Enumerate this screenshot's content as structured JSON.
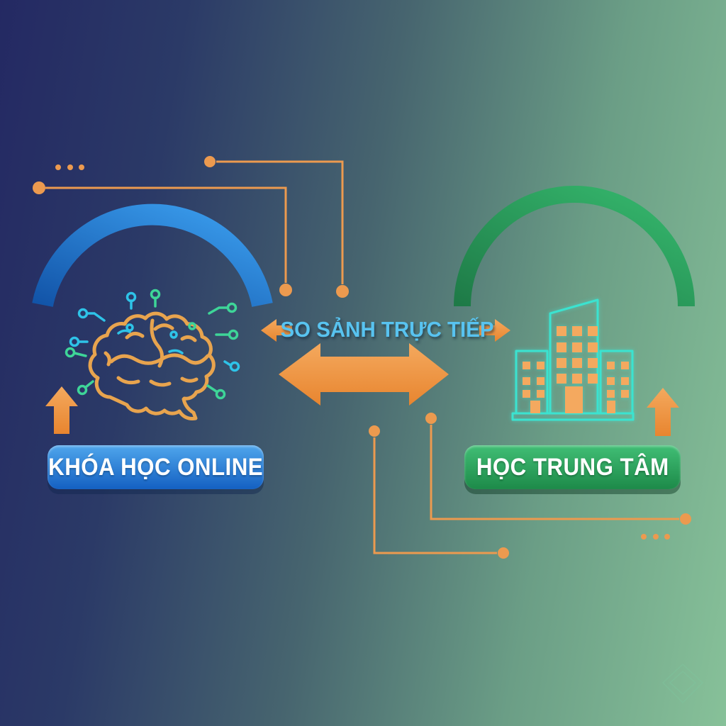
{
  "center": {
    "comparison_label": "SO SẢNH TRỰC TIẾP",
    "icon": "double-arrow-icon"
  },
  "left": {
    "badge_label": "KHÓA HỌC ONLINE",
    "icon": "brain-circuit-icon",
    "arc": "blue-arc",
    "arrow": "up-arrow-icon"
  },
  "right": {
    "badge_label": "HỌC TRUNG TÂM",
    "icon": "building-icon",
    "arc": "green-arc",
    "arrow": "up-arrow-icon"
  },
  "decorations": {
    "top_left": [
      "ellipsis-dots",
      "circuit-line",
      "circuit-line"
    ],
    "bottom": [
      "circuit-line",
      "circuit-line",
      "ellipsis-dots"
    ],
    "watermark": "diamond-watermark"
  },
  "colors": {
    "accent_orange": "#EC9A4F",
    "arrow_orange_light": "#F4A95E",
    "arrow_orange_dark": "#E8852F",
    "text_blue": "#58C3F0",
    "badge_blue_top": "#4FA6EC",
    "badge_blue_bottom": "#1460C2",
    "badge_green_top": "#41BE75",
    "badge_green_bottom": "#1D8A49",
    "arc_blue_dark": "#1254A8",
    "arc_blue_light": "#3CA0F0",
    "arc_green_dark": "#1E7A47",
    "arc_green_light": "#36B96E",
    "brain_orange": "#E8A44E",
    "circuit_cyan": "#2EC3E8",
    "circuit_green": "#3ED598",
    "building_cyan": "#3BE3D0",
    "bg_left": "#242963",
    "bg_right": "#87C199"
  }
}
